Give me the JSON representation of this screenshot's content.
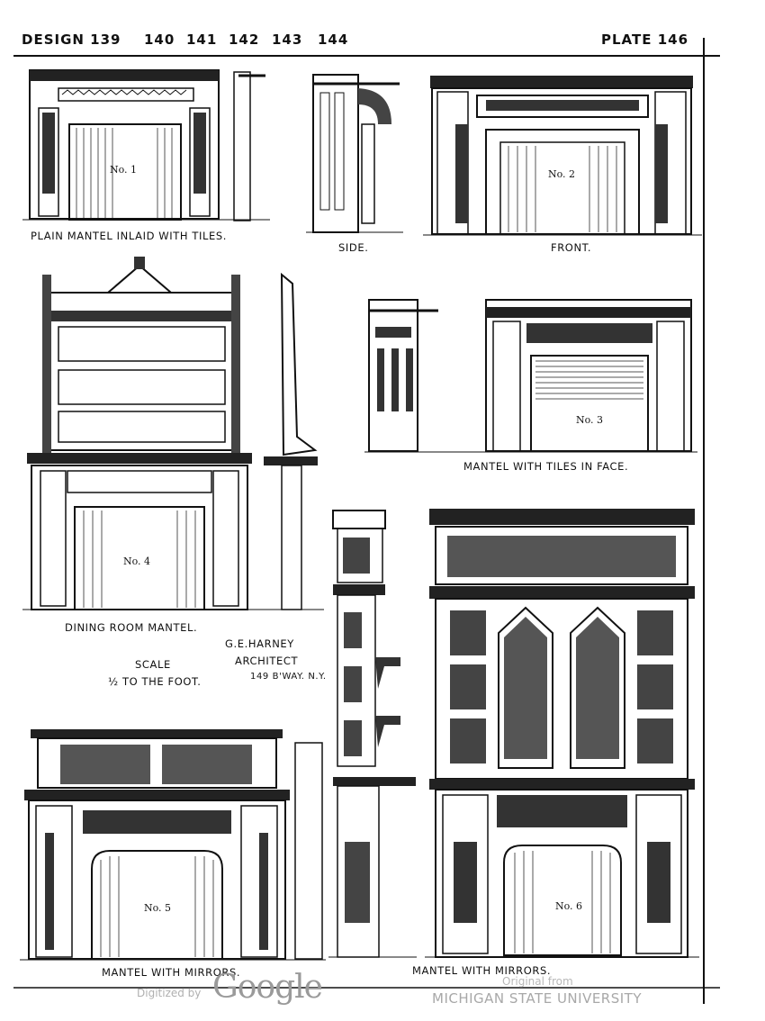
{
  "header": {
    "design_numbers": [
      "DESIGN 139",
      "140",
      "141",
      "142",
      "143",
      "144"
    ],
    "plate": "PLATE 146"
  },
  "captions": {
    "no1": "PLAIN MANTEL INLAID WITH TILES.",
    "side": "SIDE.",
    "front": "FRONT.",
    "tiles_face": "MANTEL WITH TILES IN FACE.",
    "dining": "DINING ROOM MANTEL.",
    "scale_line1": "SCALE",
    "scale_line2": "½ TO THE FOOT.",
    "architect_name": "G.E.HARNEY",
    "architect_title": "ARCHITECT",
    "architect_address": "149 B'WAY. N.Y.",
    "mirrors_left": "MANTEL WITH MIRRORS.",
    "mirrors_right": "MANTEL WITH MIRRORS."
  },
  "labels": {
    "no1": "No. 1",
    "no2": "No. 2",
    "no3": "No. 3",
    "no4": "No. 4",
    "no5": "No. 5",
    "no6": "No. 6"
  },
  "footer": {
    "digitized": "Digitized by",
    "google": "Google",
    "original": "Original from",
    "institution": "MICHIGAN STATE UNIVERSITY"
  }
}
